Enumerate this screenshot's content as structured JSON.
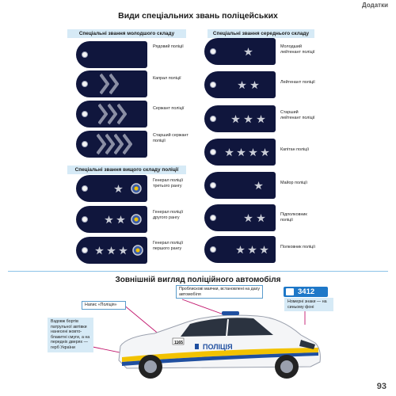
{
  "header": {
    "appendix_label": "Додатки",
    "title": "Види спеціальних звань поліцейських"
  },
  "junior": {
    "heading": "Спеціальні звання молодшого складу",
    "ranks": [
      {
        "label": "Рядовий поліції",
        "stripes": 0
      },
      {
        "label": "Капрал поліції",
        "stripes": 2
      },
      {
        "label": "Сержант поліції",
        "stripes": 3
      },
      {
        "label": "Старший сержант поліції",
        "stripes": 4
      }
    ]
  },
  "senior": {
    "heading": "Спеціальні звання вищого складу поліції",
    "ranks": [
      {
        "label": "Генерал поліції третього рангу",
        "stars": 1
      },
      {
        "label": "Генерал поліції другого рангу",
        "stars": 2
      },
      {
        "label": "Генерал поліції першого рангу",
        "stars": 3
      }
    ]
  },
  "middle": {
    "heading": "Спеціальні звання середнього складу",
    "ranks": [
      {
        "label": "Молодший лейтенант поліції",
        "stars": 1,
        "kind": "lieutenant"
      },
      {
        "label": "Лейтенант поліції",
        "stars": 2,
        "kind": "lieutenant"
      },
      {
        "label": "Старший лейтенант поліції",
        "stars": 3,
        "kind": "lieutenant"
      },
      {
        "label": "Капітан поліції",
        "stars": 4,
        "kind": "lieutenant"
      },
      {
        "label": "Майор поліції",
        "stars": 1,
        "kind": "major"
      },
      {
        "label": "Підполковник поліції",
        "stars": 2,
        "kind": "major"
      },
      {
        "label": "Полковник поліції",
        "stars": 3,
        "kind": "major"
      }
    ]
  },
  "car_section": {
    "title": "Зовнішній вигляд поліційного автомобіля",
    "lights_callout": "Проблискові маячки, встановлені на даху автомобіля",
    "inscription_callout": "Напис «Поліція»",
    "stripes_callout": "Вздовж бортів патрульної автівки нанесені жовто-блакитні смуги, а на передніх дверях — герб України",
    "plate_callout": "Номерні знаки — на синьому фоні",
    "plate_number": "3412",
    "car_door_text": "ПОЛІЦІЯ",
    "car_unit_number": "1165"
  },
  "colors": {
    "strap_navy": "#10163d",
    "star_silver": "#c9ccd6",
    "header_blue": "#d6eaf6",
    "car_yellow": "#f2c200",
    "car_blue": "#1f4fa0",
    "plate_blue": "#1e78c8"
  },
  "icons": {
    "star": "rank-star-icon",
    "wreath": "laurel-wreath-icon",
    "chevron": "chevron-stripe-icon"
  },
  "footer": {
    "page_number": "93"
  }
}
